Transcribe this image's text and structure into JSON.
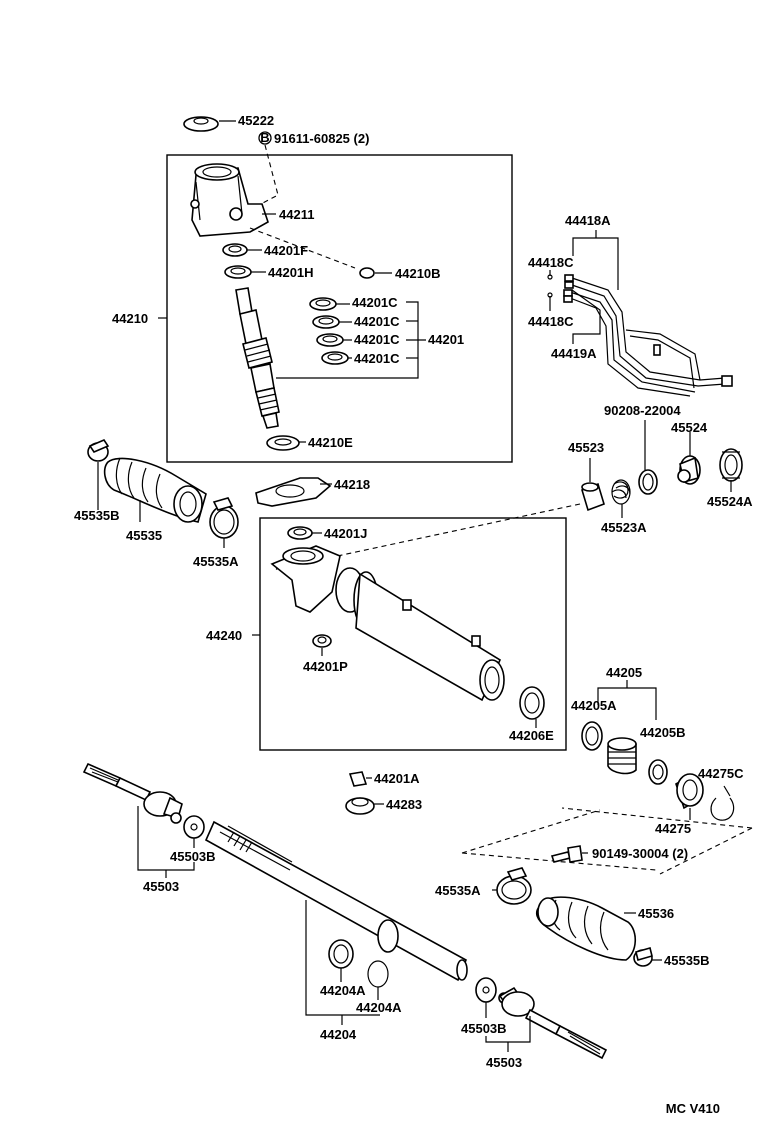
{
  "colors": {
    "ink": "#000000",
    "paper": "#ffffff"
  },
  "diagram": {
    "code": "MC  V410",
    "labels": {
      "p45222": "45222",
      "p91611": "91611-60825 (2)",
      "p91611_marker": "B",
      "p44211": "44211",
      "p44201F": "44201F",
      "p44201H": "44201H",
      "p44210B": "44210B",
      "p44210": "44210",
      "p44201C_1": "44201C",
      "p44201C_2": "44201C",
      "p44201C_3": "44201C",
      "p44201C_4": "44201C",
      "p44201": "44201",
      "p44210E": "44210E",
      "p44418A": "44418A",
      "p44418C_1": "44418C",
      "p44418C_2": "44418C",
      "p44419A": "44419A",
      "p90208": "90208-22004",
      "p45523": "45523",
      "p45524": "45524",
      "p45524A": "45524A",
      "p45523A": "45523A",
      "p45535B_1": "45535B",
      "p45535": "45535",
      "p45535A_1": "45535A",
      "p44218": "44218",
      "p44201J": "44201J",
      "p44240": "44240",
      "p44201P": "44201P",
      "p44205": "44205",
      "p44205A": "44205A",
      "p44205B": "44205B",
      "p44206E": "44206E",
      "p44275C": "44275C",
      "p44275": "44275",
      "p44201A": "44201A",
      "p44283": "44283",
      "p45503B_1": "45503B",
      "p45503_1": "45503",
      "p90149": "90149-30004 (2)",
      "p45535A_2": "45535A",
      "p45536": "45536",
      "p45535B_2": "45535B",
      "p44204A_1": "44204A",
      "p44204A_2": "44204A",
      "p44204": "44204",
      "p45503B_2": "45503B",
      "p45503_2": "45503"
    }
  }
}
